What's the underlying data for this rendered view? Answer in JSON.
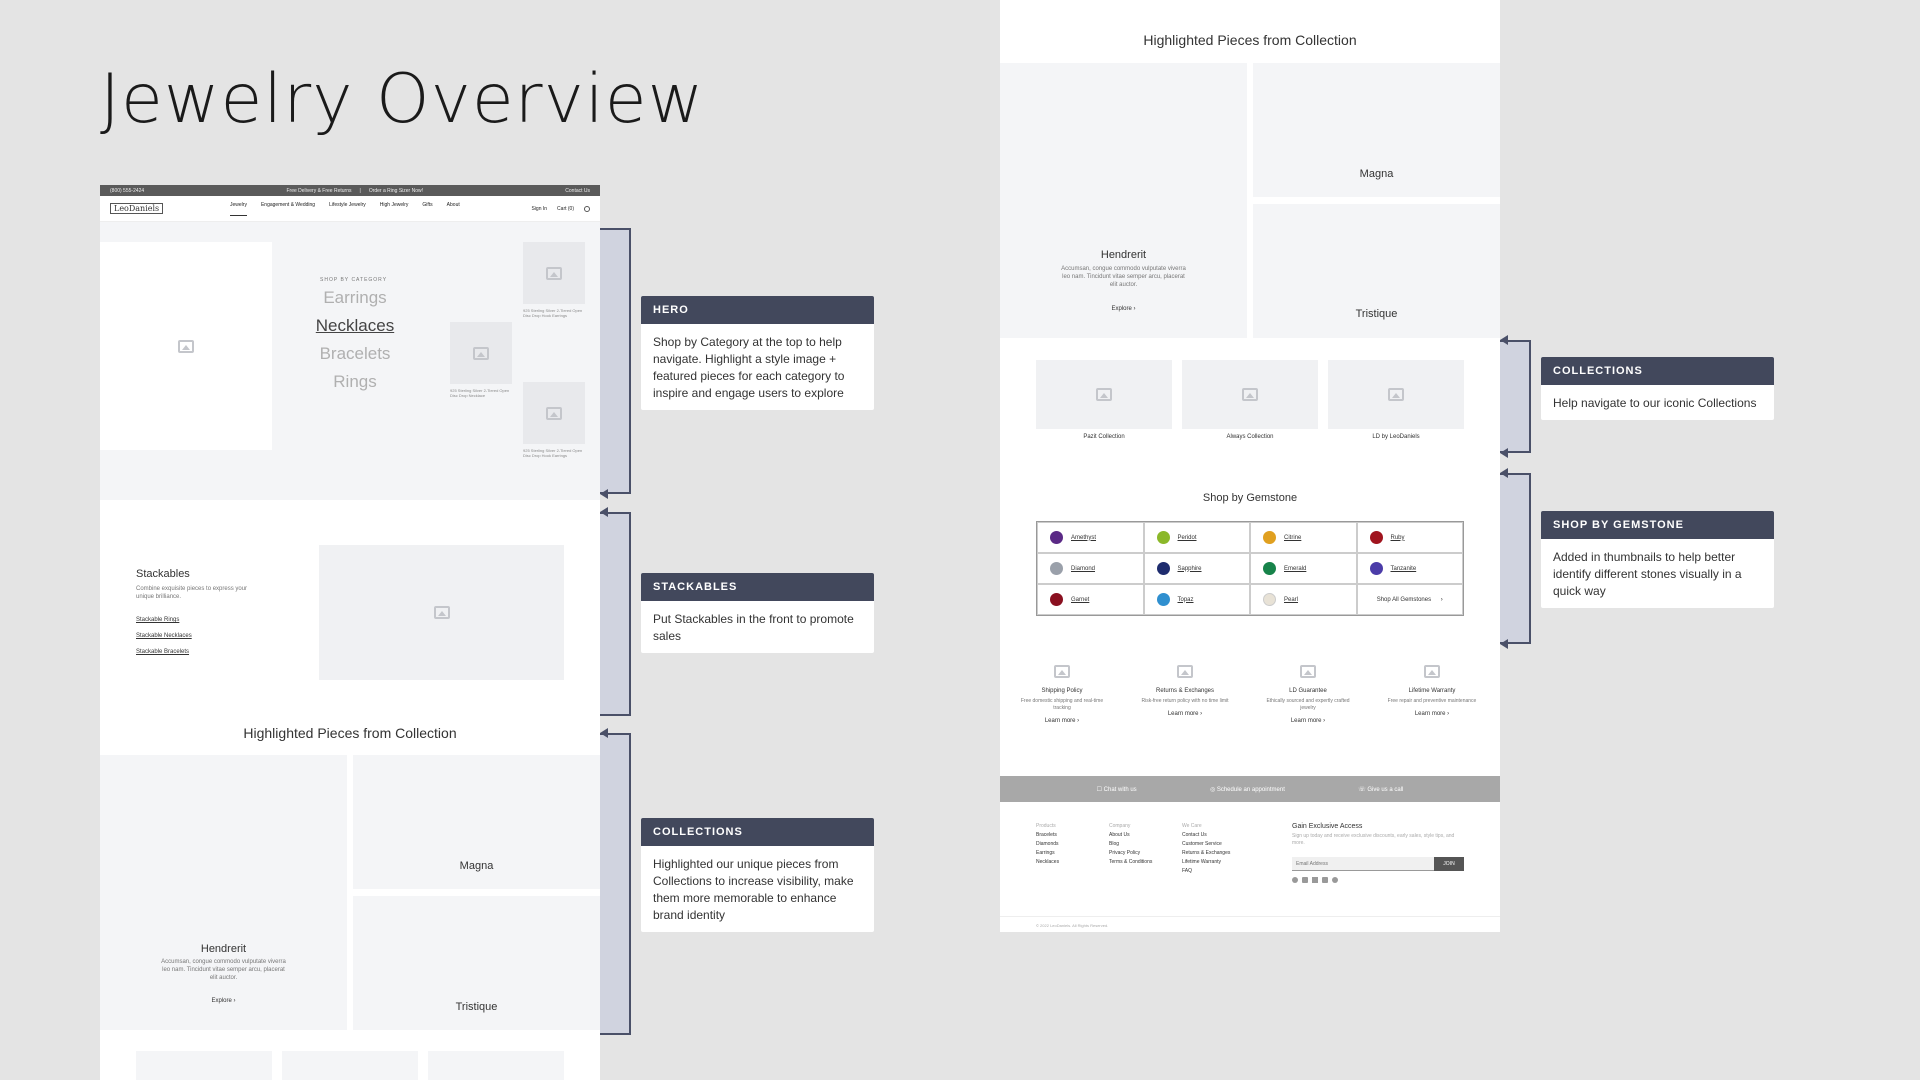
{
  "title": "Jewelry Overview",
  "colors": {
    "callout_header": "#42485c",
    "bracket": "#4a5068",
    "bracket_fill": "#d0d3df"
  },
  "wf1": {
    "topbar": {
      "phone": "(800) 555-2424",
      "delivery": "Free Delivery & Free Returns",
      "ring": "Order a Ring Sizer Now!",
      "contact": "Contact Us"
    },
    "logo": "LeoDaniels",
    "nav": [
      "Jewelry",
      "Engagement & Wedding",
      "Lifestyle Jewelry",
      "High Jewelry",
      "Gifts",
      "About"
    ],
    "nav_right": {
      "signin": "Sign In",
      "cart": "Cart (0)"
    },
    "hero": {
      "shop_by": "SHOP BY CATEGORY",
      "categories": [
        "Earrings",
        "Necklaces",
        "Bracelets",
        "Rings"
      ],
      "product1": "925 Sterling Silver 2-Tiered Open Disc Drop Hook Earrings",
      "product2": "925 Sterling Silver 2-Tiered Open Disc Drop Necklace",
      "product3": "925 Sterling Silver 2-Tiered Open Disc Drop Hook Earrings"
    },
    "stackables": {
      "title": "Stackables",
      "desc": "Combine exquisite pieces to express your unique brilliance.",
      "links": [
        "Stackable Rings",
        "Stackable Necklaces",
        "Stackable Bracelets"
      ]
    },
    "highlighted": {
      "title": "Highlighted Pieces from Collection",
      "big_name": "Hendrerit",
      "big_desc": "Accumsan, congue commodo vulputate viverra leo nam. Tincidunt vitae semper arcu, placerat elit auctor.",
      "explore": "Explore",
      "tile2": "Magna",
      "tile3": "Tristique"
    }
  },
  "callouts": [
    {
      "head": "HERO",
      "body": "Shop by Category at the top to help navigate. Highlight a style image + featured pieces for each category to inspire and engage users to explore"
    },
    {
      "head": "STACKABLES",
      "body": "Put Stackables in the front to promote sales"
    },
    {
      "head": "COLLECTIONS",
      "body": "Highlighted our unique pieces from Collections to increase visibility, make them more memorable to enhance brand identity"
    },
    {
      "head": "COLLECTIONS",
      "body": "Help navigate to our iconic Collections"
    },
    {
      "head": "SHOP BY GEMSTONE",
      "body": "Added in thumbnails to help better identify different stones visually in a quick way"
    }
  ],
  "wf2": {
    "highlighted": {
      "title": "Highlighted Pieces from Collection",
      "big_name": "Hendrerit",
      "big_desc": "Accumsan, congue commodo vulputate viverra leo nam. Tincidunt vitae semper arcu, placerat elit auctor.",
      "explore": "Explore",
      "tile2": "Magna",
      "tile3": "Tristique"
    },
    "collections": [
      "Pazit Collection",
      "Always Collection",
      "LD by LeoDaniels"
    ],
    "gem_title": "Shop by Gemstone",
    "gems": [
      {
        "name": "Amethyst",
        "color": "#5b2a86"
      },
      {
        "name": "Peridot",
        "color": "#8bb82a"
      },
      {
        "name": "Citrine",
        "color": "#e0a020"
      },
      {
        "name": "Ruby",
        "color": "#a0141e"
      },
      {
        "name": "Diamond",
        "color": "#9aa0aa"
      },
      {
        "name": "Sapphire",
        "color": "#1e2c6e"
      },
      {
        "name": "Emerald",
        "color": "#17834a"
      },
      {
        "name": "Tanzanite",
        "color": "#4b3ca8"
      },
      {
        "name": "Garnet",
        "color": "#8a1020"
      },
      {
        "name": "Topaz",
        "color": "#2f8fcf"
      },
      {
        "name": "Pearl",
        "color": "#e8e2d6"
      }
    ],
    "shop_all": "Shop All Gemstones",
    "features": [
      {
        "title": "Shipping Policy",
        "desc": "Free domestic shipping and real-time tracking"
      },
      {
        "title": "Returns & Exchanges",
        "desc": "Risk-free return policy with no time limit"
      },
      {
        "title": "LD Guarantee",
        "desc": "Ethically sourced and expertly crafted jewelry"
      },
      {
        "title": "Lifetime Warranty",
        "desc": "Free repair and preventive maintenance"
      }
    ],
    "learn_more": "Learn more",
    "contact_bar": [
      "Chat with us",
      "Schedule an appointment",
      "Give us a call"
    ],
    "footer": {
      "products": {
        "h": "Products",
        "items": [
          "Bracelets",
          "Diamonds",
          "Earrings",
          "Necklaces"
        ]
      },
      "company": {
        "h": "Company",
        "items": [
          "About Us",
          "Blog",
          "Privacy Policy",
          "Terms & Conditions"
        ]
      },
      "wecare": {
        "h": "We Care",
        "items": [
          "Contact Us",
          "Customer Service",
          "Returns & Exchanges",
          "Lifetime Warranty",
          "FAQ"
        ]
      },
      "gain": "Gain Exclusive Access",
      "gain_desc": "Sign up today and receive exclusive discounts, early sales, style tips, and more.",
      "email_placeholder": "Email Address",
      "join": "JOIN",
      "copyright": "© 2022 LeoDaniels. All Rights Reserved."
    }
  }
}
